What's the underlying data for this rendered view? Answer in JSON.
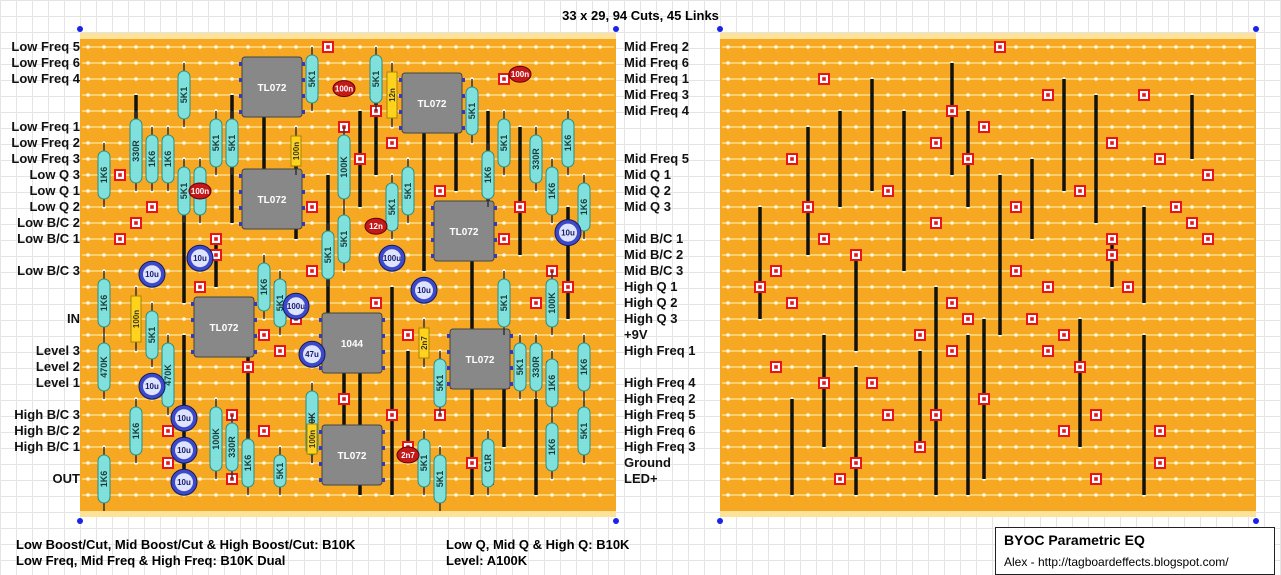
{
  "header": "33 x 29, 94 Cuts, 45 Links",
  "colors": {
    "board": "#f7a823",
    "strip_line": "#fbd06e",
    "hole": "#fff8ea",
    "link": "#111111",
    "cut": "#e8141c",
    "resistor": "#7fe0dc",
    "ic": "#888888",
    "electrolytic": "#3d49c8",
    "film_cap": "#ffd21e",
    "ceramic_cap": "#c31919",
    "corner_dot": "#1a24e6"
  },
  "left_labels": [
    {
      "row": 0,
      "text": "Low Freq 5"
    },
    {
      "row": 1,
      "text": "Low Freq 6"
    },
    {
      "row": 2,
      "text": "Low Freq 4"
    },
    {
      "row": 5,
      "text": "Low Freq 1"
    },
    {
      "row": 6,
      "text": "Low Freq 2"
    },
    {
      "row": 7,
      "text": "Low Freq 3"
    },
    {
      "row": 8,
      "text": "Low Q 3"
    },
    {
      "row": 9,
      "text": "Low Q 1"
    },
    {
      "row": 10,
      "text": "Low Q 2"
    },
    {
      "row": 11,
      "text": "Low B/C 2"
    },
    {
      "row": 12,
      "text": "Low B/C 1"
    },
    {
      "row": 14,
      "text": "Low B/C 3"
    },
    {
      "row": 17,
      "text": "IN"
    },
    {
      "row": 19,
      "text": "Level 3"
    },
    {
      "row": 20,
      "text": "Level 2"
    },
    {
      "row": 21,
      "text": "Level 1"
    },
    {
      "row": 23,
      "text": "High B/C 3"
    },
    {
      "row": 24,
      "text": "High B/C 2"
    },
    {
      "row": 25,
      "text": "High B/C 1"
    },
    {
      "row": 27,
      "text": "OUT"
    }
  ],
  "middle_labels": [
    {
      "row": 0,
      "text": "Mid Freq 2"
    },
    {
      "row": 1,
      "text": "Mid Freq 6"
    },
    {
      "row": 2,
      "text": "Mid Freq 1"
    },
    {
      "row": 3,
      "text": "Mid Freq 3"
    },
    {
      "row": 4,
      "text": "Mid Freq 4"
    },
    {
      "row": 7,
      "text": "Mid Freq 5"
    },
    {
      "row": 8,
      "text": "Mid Q 1"
    },
    {
      "row": 9,
      "text": "Mid Q 2"
    },
    {
      "row": 10,
      "text": "Mid Q 3"
    },
    {
      "row": 12,
      "text": "Mid B/C 1"
    },
    {
      "row": 13,
      "text": "Mid B/C 2"
    },
    {
      "row": 14,
      "text": "Mid B/C 3"
    },
    {
      "row": 15,
      "text": "High Q 1"
    },
    {
      "row": 16,
      "text": "High Q 2"
    },
    {
      "row": 17,
      "text": "High Q 3"
    },
    {
      "row": 18,
      "text": "+9V"
    },
    {
      "row": 19,
      "text": "High Freq 1"
    },
    {
      "row": 21,
      "text": "High Freq 4"
    },
    {
      "row": 22,
      "text": "High Freq 2"
    },
    {
      "row": 23,
      "text": "High Freq 5"
    },
    {
      "row": 24,
      "text": "High Freq 6"
    },
    {
      "row": 25,
      "text": "High Freq 3"
    },
    {
      "row": 26,
      "text": "Ground"
    },
    {
      "row": 27,
      "text": "LED+"
    }
  ],
  "notes": [
    "Low Boost/Cut, Mid Boost/Cut & High Boost/Cut: B10K",
    "Low Freq, Mid Freq & High Freq: B10K Dual",
    "Low Q, Mid Q & High Q: B10K",
    "Level: A100K"
  ],
  "info_box": {
    "title": "BYOC Parametric EQ",
    "subtitle": "Alex - http://tagboardeffects.blogspot.com/"
  },
  "components": {
    "ics": [
      {
        "col": 10,
        "row": 1,
        "label": "TL072"
      },
      {
        "col": 20,
        "row": 2,
        "label": "TL072"
      },
      {
        "col": 10,
        "row": 8,
        "label": "TL072"
      },
      {
        "col": 22,
        "row": 10,
        "label": "TL072"
      },
      {
        "col": 7,
        "row": 16,
        "label": "TL072"
      },
      {
        "col": 15,
        "row": 17,
        "label": "1044"
      },
      {
        "col": 23,
        "row": 18,
        "label": "TL072"
      },
      {
        "col": 15,
        "row": 24,
        "label": "TL072"
      }
    ],
    "resistors": [
      {
        "col": 6,
        "r1": 1,
        "r2": 5,
        "label": "5K1"
      },
      {
        "col": 14,
        "r1": 0,
        "r2": 4,
        "label": "5K1"
      },
      {
        "col": 18,
        "r1": 0,
        "r2": 4,
        "label": "5K1"
      },
      {
        "col": 24,
        "r1": 2,
        "r2": 6,
        "label": "5K1"
      },
      {
        "col": 8,
        "r1": 4,
        "r2": 8,
        "label": "5K1"
      },
      {
        "col": 9,
        "r1": 4,
        "r2": 8,
        "label": "5K1"
      },
      {
        "col": 3,
        "r1": 4,
        "r2": 9,
        "label": "330R"
      },
      {
        "col": 4,
        "r1": 5,
        "r2": 9,
        "label": "1K6"
      },
      {
        "col": 5,
        "r1": 5,
        "r2": 9,
        "label": "1K6"
      },
      {
        "col": 1,
        "r1": 6,
        "r2": 10,
        "label": "1K6"
      },
      {
        "col": 6,
        "r1": 7,
        "r2": 11,
        "label": "5K1"
      },
      {
        "col": 7,
        "r1": 7,
        "r2": 11,
        "label": "1K6"
      },
      {
        "col": 16,
        "r1": 5,
        "r2": 10,
        "label": "100K"
      },
      {
        "col": 20,
        "r1": 7,
        "r2": 11,
        "label": "5K1"
      },
      {
        "col": 19,
        "r1": 8,
        "r2": 12,
        "label": "5K1"
      },
      {
        "col": 26,
        "r1": 4,
        "r2": 8,
        "label": "5K1"
      },
      {
        "col": 25,
        "r1": 6,
        "r2": 10,
        "label": "1K6"
      },
      {
        "col": 28,
        "r1": 5,
        "r2": 9,
        "label": "330R"
      },
      {
        "col": 29,
        "r1": 7,
        "r2": 11,
        "label": "1K6"
      },
      {
        "col": 30,
        "r1": 4,
        "r2": 8,
        "label": "1K6"
      },
      {
        "col": 31,
        "r1": 8,
        "r2": 12,
        "label": "1K6"
      },
      {
        "col": 15,
        "r1": 11,
        "r2": 15,
        "label": "5K1"
      },
      {
        "col": 16,
        "r1": 10,
        "r2": 14,
        "label": "5K1"
      },
      {
        "col": 11,
        "r1": 13,
        "r2": 17,
        "label": "1K6"
      },
      {
        "col": 12,
        "r1": 14,
        "r2": 18,
        "label": "5K1"
      },
      {
        "col": 1,
        "r1": 14,
        "r2": 18,
        "label": "1K6"
      },
      {
        "col": 4,
        "r1": 16,
        "r2": 20,
        "label": "5K1"
      },
      {
        "col": 1,
        "r1": 18,
        "r2": 22,
        "label": "470K"
      },
      {
        "col": 5,
        "r1": 18,
        "r2": 23,
        "label": "470K"
      },
      {
        "col": 26,
        "r1": 14,
        "r2": 18,
        "label": "5K1"
      },
      {
        "col": 29,
        "r1": 14,
        "r2": 18,
        "label": "100K"
      },
      {
        "col": 27,
        "r1": 18,
        "r2": 22,
        "label": "5K1"
      },
      {
        "col": 28,
        "r1": 18,
        "r2": 22,
        "label": "330R"
      },
      {
        "col": 29,
        "r1": 19,
        "r2": 23,
        "label": "1K6"
      },
      {
        "col": 31,
        "r1": 18,
        "r2": 22,
        "label": "1K6"
      },
      {
        "col": 3,
        "r1": 22,
        "r2": 26,
        "label": "1K6"
      },
      {
        "col": 1,
        "r1": 25,
        "r2": 29,
        "label": "1K6"
      },
      {
        "col": 8,
        "r1": 22,
        "r2": 27,
        "label": "100K"
      },
      {
        "col": 9,
        "r1": 23,
        "r2": 27,
        "label": "330R"
      },
      {
        "col": 10,
        "r1": 24,
        "r2": 28,
        "label": "1K6"
      },
      {
        "col": 12,
        "r1": 25,
        "r2": 28,
        "label": "5K1"
      },
      {
        "col": 14,
        "r1": 21,
        "r2": 26,
        "label": "100K"
      },
      {
        "col": 21,
        "r1": 24,
        "r2": 28,
        "label": "5K1"
      },
      {
        "col": 22,
        "r1": 19,
        "r2": 23,
        "label": "5K1"
      },
      {
        "col": 22,
        "r1": 25,
        "r2": 29,
        "label": "5K1"
      },
      {
        "col": 25,
        "r1": 24,
        "r2": 28,
        "label": "C1R"
      },
      {
        "col": 29,
        "r1": 23,
        "r2": 27,
        "label": "1K6"
      },
      {
        "col": 31,
        "r1": 22,
        "r2": 26,
        "label": "5K1"
      }
    ],
    "electrolytics": [
      {
        "col": 4,
        "row": 14.2,
        "label": "10u"
      },
      {
        "col": 7,
        "row": 13.2,
        "label": "10u"
      },
      {
        "col": 19,
        "row": 13.2,
        "label": "100u"
      },
      {
        "col": 13,
        "row": 16.2,
        "label": "100u"
      },
      {
        "col": 21,
        "row": 15.2,
        "label": "10u"
      },
      {
        "col": 30,
        "row": 11.6,
        "label": "10u"
      },
      {
        "col": 14,
        "row": 19.2,
        "label": "47u"
      },
      {
        "col": 4,
        "row": 21.2,
        "label": "10u"
      },
      {
        "col": 6,
        "row": 23.2,
        "label": "10u"
      },
      {
        "col": 6,
        "row": 25.2,
        "label": "10u"
      },
      {
        "col": 6,
        "row": 27.2,
        "label": "10u"
      }
    ],
    "film_caps": [
      {
        "col": 19,
        "r1": 1,
        "r2": 5,
        "label": "12n"
      },
      {
        "col": 13,
        "r1": 5,
        "r2": 8,
        "label": "100n"
      },
      {
        "col": 3,
        "r1": 15,
        "r2": 19,
        "label": "100n"
      },
      {
        "col": 21,
        "r1": 17,
        "r2": 20,
        "label": "2n7"
      },
      {
        "col": 14,
        "r1": 23,
        "r2": 26,
        "label": "100n"
      }
    ],
    "ceramic_caps": [
      {
        "col": 16,
        "row": 2.6,
        "label": "100n"
      },
      {
        "col": 27,
        "row": 1.7,
        "label": "100n"
      },
      {
        "col": 7,
        "row": 9.0,
        "label": "100n"
      },
      {
        "col": 18,
        "row": 11.2,
        "label": "12n"
      },
      {
        "col": 20,
        "row": 25.5,
        "label": "2n7"
      }
    ]
  }
}
